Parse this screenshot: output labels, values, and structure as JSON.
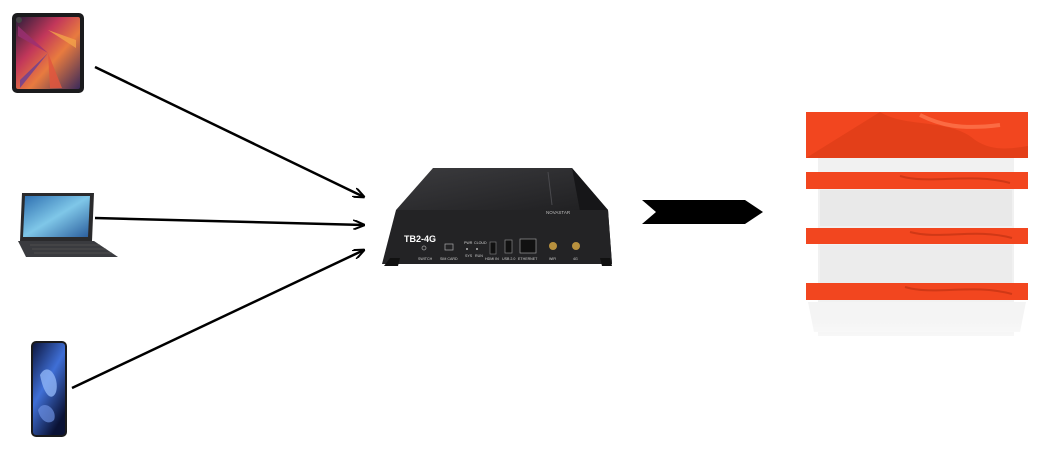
{
  "devices": {
    "tablet": {
      "icon": "tablet-icon"
    },
    "laptop_tablet": {
      "icon": "tablet-keyboard-icon"
    },
    "phone": {
      "icon": "smartphone-icon"
    }
  },
  "controller": {
    "model_label": "TB2-4G",
    "brand_label": "NOVASTAR",
    "port_labels": [
      "SWITCH",
      "SIM CARD",
      "PWR",
      "CLOUD",
      "SYS",
      "RUN",
      "HDMI IN",
      "USB 2.0",
      "ETHERNET",
      "WiFi",
      "4G"
    ]
  },
  "output": {
    "icon": "led-shelf-display-icon"
  },
  "colors": {
    "shelf_red": "#f2461f",
    "box_dark": "#2a2a2c",
    "arrow": "#000000"
  }
}
